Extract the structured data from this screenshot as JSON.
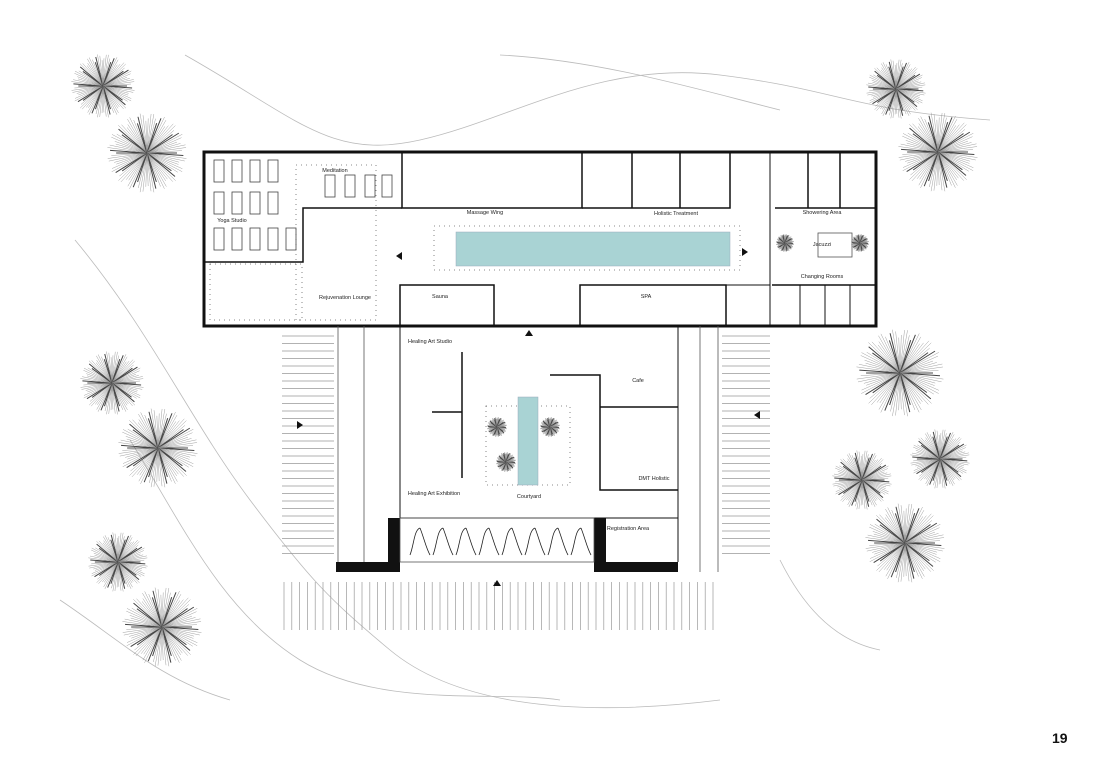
{
  "page_number": "19",
  "colors": {
    "water": "#a9d3d4",
    "wall": "#111111",
    "line": "#555555"
  },
  "rooms": {
    "meditation": "Meditation",
    "yoga_studio": "Yoga Studio",
    "massage_wing": "Massage Wing",
    "holistic_treatment": "Holistic Treatment",
    "showering_area": "Showering Area",
    "jacuzzi": "Jacuzzi",
    "changing_rooms": "Changing Rooms",
    "rejuvenation_lounge": "Rejuvenation Lounge",
    "sauna": "Sauna",
    "spa": "SPA",
    "healing_art_studio": "Healing Art Studio",
    "cafe": "Cafe",
    "courtyard": "Courtyard",
    "dmt_holistic": "DMT Holistic",
    "healing_art_exhibition": "Healing Art Exhibition",
    "registration_area": "Registration Area"
  },
  "trees": [
    "tree",
    "tree",
    "tree",
    "tree",
    "tree",
    "tree",
    "tree",
    "tree",
    "tree",
    "tree",
    "tree",
    "tree"
  ]
}
